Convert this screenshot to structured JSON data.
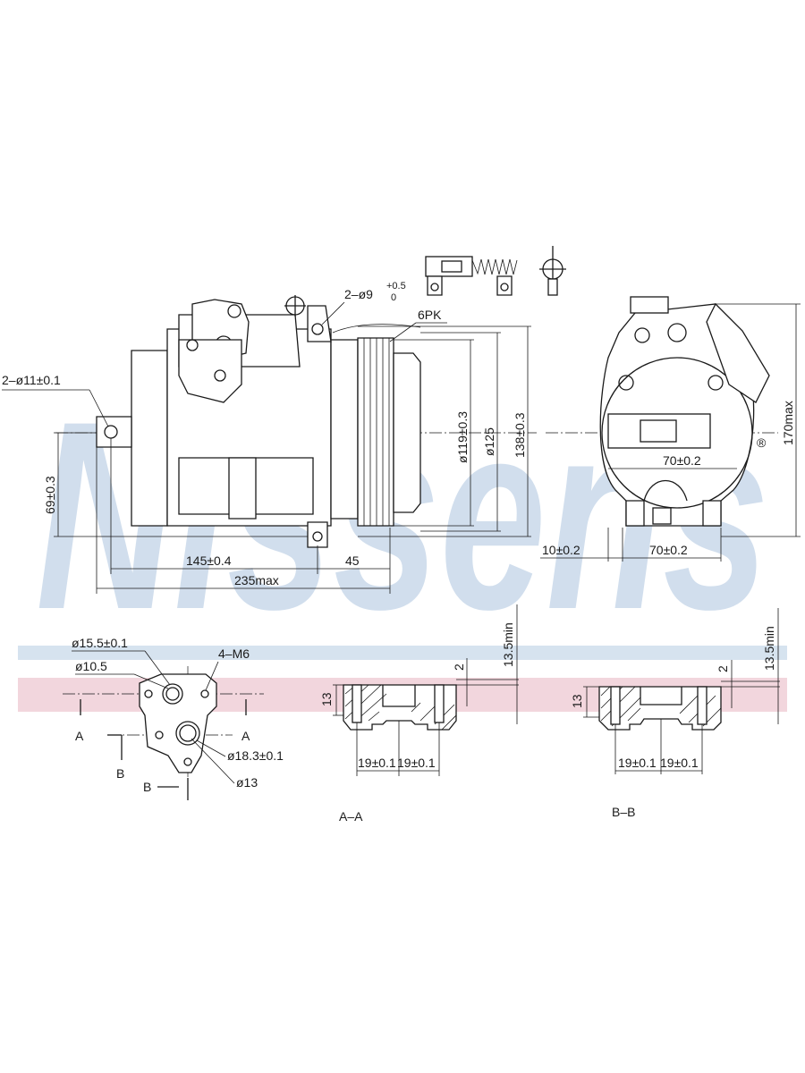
{
  "watermark": {
    "logo_text": "Nissens",
    "color": "#c9d9ea",
    "stripe_blue": "#d6e3ef",
    "stripe_red": "#f2d6dd"
  },
  "side_view": {
    "mount_holes": "2–ø11±0.1",
    "mounting_bracket_holes": "2–ø9",
    "tol_plus": "+0.5",
    "tol_zero": "0",
    "pulley_type": "6PK",
    "height_lower": "69±0.3",
    "length_pulley_offset": "145±0.4",
    "pulley_width": "45",
    "overall_length": "235max",
    "pulley_diameter": "ø119±0.3",
    "clutch_diameter": "ø125",
    "housing_diameter": "138±0.3"
  },
  "front_view": {
    "overall_height": "170max",
    "port_spacing": "70±0.2",
    "offset": "10±0.2",
    "foot_width": "70±0.2",
    "registered_mark": "®"
  },
  "port_detail": {
    "suction_port": "ø15.5±0.1",
    "inner_port": "ø10.5",
    "thread": "4–M6",
    "discharge_port": "ø18.3±0.1",
    "discharge_inner": "ø13",
    "section_a": "A",
    "section_b": "B",
    "section_b_arrow": "B"
  },
  "section_aa": {
    "label": "A–A",
    "height": "13",
    "depth": "2",
    "min_clearance": "13.5min",
    "spacing_left": "19±0.1",
    "spacing_right": "19±0.1"
  },
  "section_bb": {
    "label": "B–B",
    "height": "13",
    "depth": "2",
    "min_clearance": "13.5min",
    "spacing_left": "19±0.1",
    "spacing_right": "19±0.1"
  }
}
